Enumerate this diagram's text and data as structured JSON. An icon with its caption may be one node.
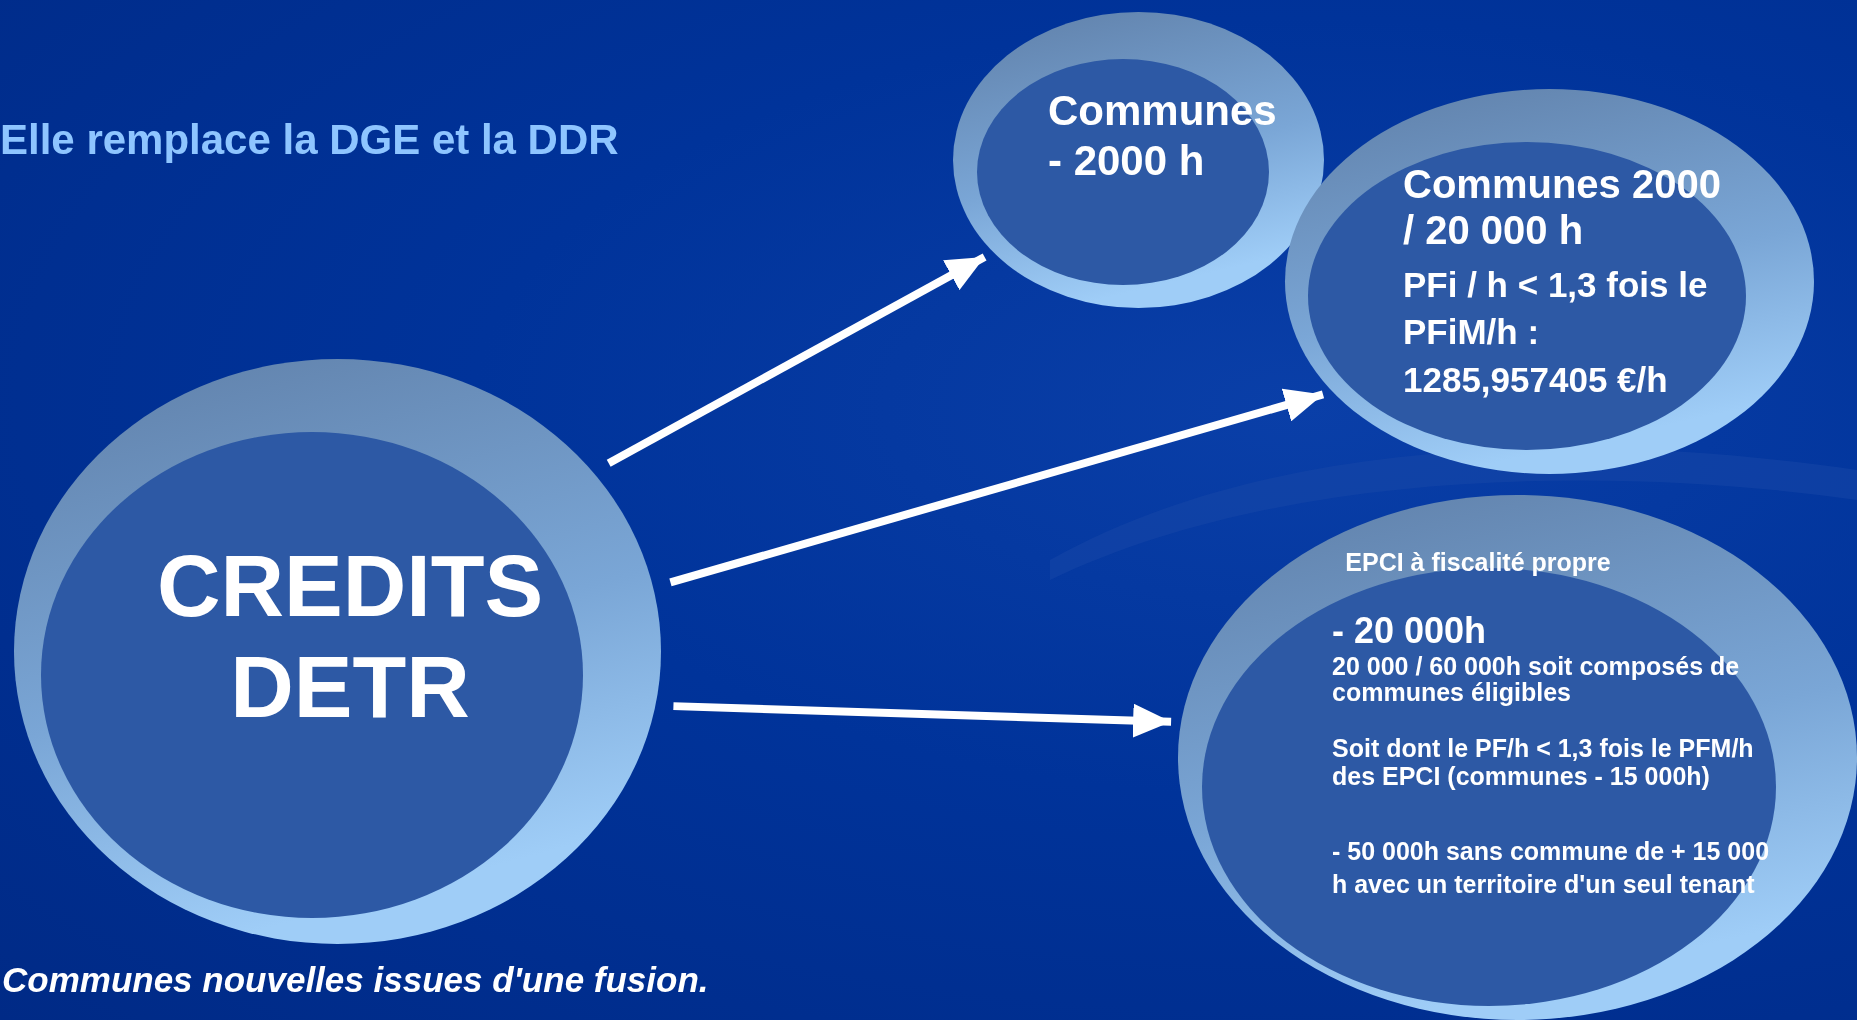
{
  "diagram": {
    "nodes": [
      {
        "text": [
          "CREDITS DETR"
        ]
      },
      {
        "text": [
          "Communes - 2000 h"
        ]
      },
      {
        "text": [
          "Communes 2000 / 20 000 h",
          "PFi / h < 1,3 fois le PFiM/h : 1285,957405 €/h"
        ]
      },
      {
        "text": [
          "**EPCI** à fiscalité propre",
          "- 20 000h",
          "**20 000 / 60 000h** soit composés de communes éligibles",
          "Soit dont le **PF/h** < 1,3 fois le **PFM/h** des EPCI (communes - 15 000h)",
          "**- 50 000h** sans commune de + 15 000 h avec un territoire d'un seul tenant"
        ]
      }
    ],
    "edges": [
      {
        "from": 0,
        "to": 1,
        "arrow": "to"
      },
      {
        "from": 0,
        "to": 2,
        "arrow": "to"
      },
      {
        "from": 0,
        "to": 3,
        "arrow": "to"
      }
    ],
    "labels": [
      "Elle remplace la **DGE** et la **DDR**",
      "Communes nouvelles issues d'une fusion."
    ]
  }
}
